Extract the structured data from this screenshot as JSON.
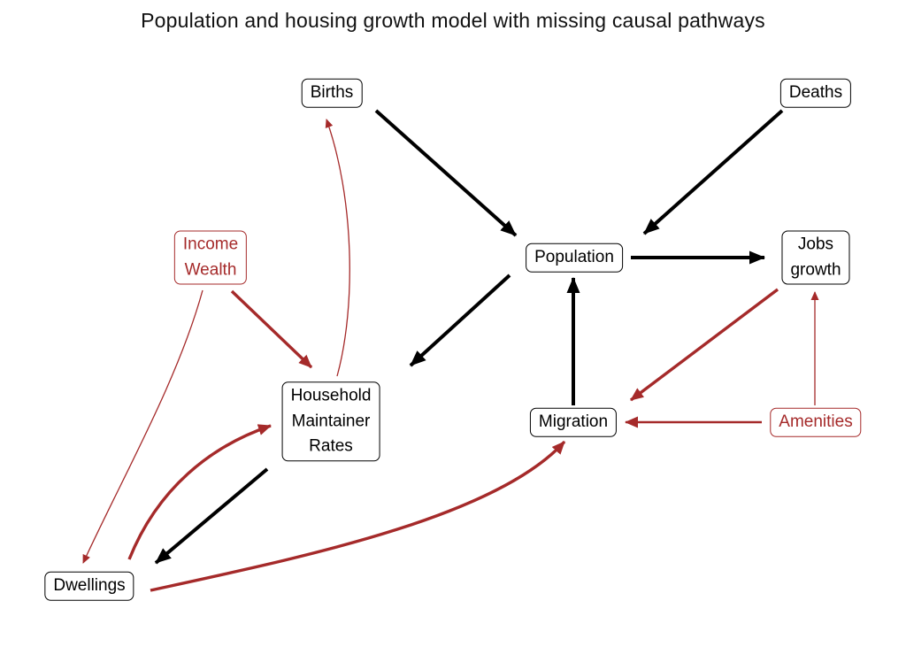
{
  "title": "Population and housing growth model with missing causal pathways",
  "colors": {
    "existing_pathway": "#000000",
    "missing_pathway": "#A52A2A"
  },
  "nodes": {
    "births": {
      "label": "Births",
      "pathway_type": "existing"
    },
    "deaths": {
      "label": "Deaths",
      "pathway_type": "existing"
    },
    "population": {
      "label": "Population",
      "pathway_type": "existing"
    },
    "jobs": {
      "label": "Jobs\ngrowth",
      "pathway_type": "existing"
    },
    "income": {
      "label": "Income\nWealth",
      "pathway_type": "missing"
    },
    "household": {
      "label": "Household\nMaintainer\nRates",
      "pathway_type": "existing"
    },
    "migration": {
      "label": "Migration",
      "pathway_type": "existing"
    },
    "amenities": {
      "label": "Amenities",
      "pathway_type": "missing"
    },
    "dwellings": {
      "label": "Dwellings",
      "pathway_type": "existing"
    }
  },
  "edges": [
    {
      "from": "Births",
      "to": "Population",
      "type": "existing",
      "weight": "thick"
    },
    {
      "from": "Deaths",
      "to": "Population",
      "type": "existing",
      "weight": "thick"
    },
    {
      "from": "Population",
      "to": "Jobs growth",
      "type": "existing",
      "weight": "thick"
    },
    {
      "from": "Population",
      "to": "Household Maintainer Rates",
      "type": "existing",
      "weight": "thick"
    },
    {
      "from": "Migration",
      "to": "Population",
      "type": "existing",
      "weight": "thick"
    },
    {
      "from": "Household Maintainer Rates",
      "to": "Dwellings",
      "type": "existing",
      "weight": "thick"
    },
    {
      "from": "Income Wealth",
      "to": "Household Maintainer Rates",
      "type": "missing",
      "weight": "thick"
    },
    {
      "from": "Income Wealth",
      "to": "Dwellings",
      "type": "missing",
      "weight": "thin"
    },
    {
      "from": "Household Maintainer Rates",
      "to": "Births",
      "type": "missing",
      "weight": "thin"
    },
    {
      "from": "Dwellings",
      "to": "Household Maintainer Rates",
      "type": "missing",
      "weight": "thick"
    },
    {
      "from": "Dwellings",
      "to": "Migration",
      "type": "missing",
      "weight": "thick"
    },
    {
      "from": "Jobs growth",
      "to": "Migration",
      "type": "missing",
      "weight": "thick"
    },
    {
      "from": "Amenities",
      "to": "Migration",
      "type": "missing",
      "weight": "medium"
    },
    {
      "from": "Amenities",
      "to": "Jobs growth",
      "type": "missing",
      "weight": "thin"
    }
  ]
}
